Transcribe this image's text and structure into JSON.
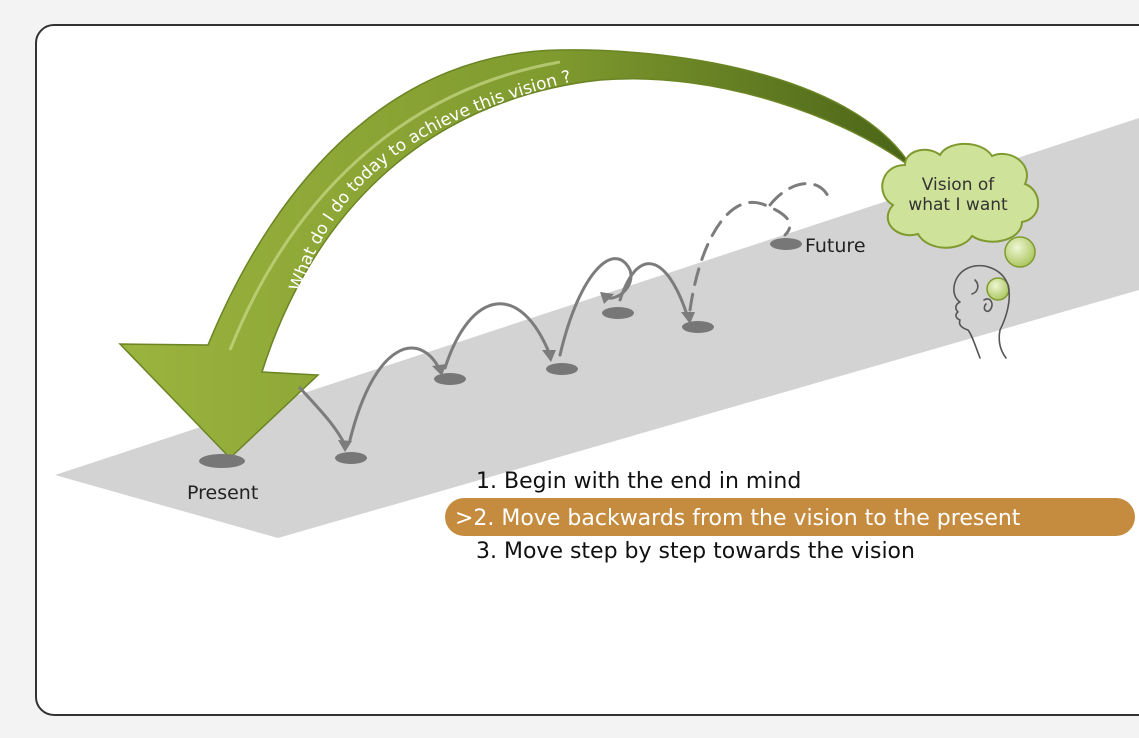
{
  "diagram": {
    "arc_question": "What do I do today to achieve this vision ?",
    "vision_cloud": {
      "line1": "Vision of",
      "line2": "what I want"
    },
    "milestones": {
      "present": "Present",
      "future": "Future"
    },
    "steps": [
      {
        "text": "1. Begin with the end in mind",
        "highlighted": false
      },
      {
        "text": ">2. Move backwards from the vision to the present",
        "highlighted": true
      },
      {
        "text": "3. Move step by step towards the vision",
        "highlighted": false
      }
    ],
    "colors": {
      "frame_border": "#333333",
      "frame_bg": "#ffffff",
      "path_band": "#d3d3d3",
      "arrow_green": "#7f9a2e",
      "arrow_green_dark": "#4f6b1c",
      "cloud_fill": "#cfe29a",
      "cloud_stroke": "#7f9a2e",
      "hop_gray": "#7c7c7c",
      "highlight_band": "#c58b3f",
      "highlight_text": "#ffffff",
      "text": "#111111"
    }
  }
}
